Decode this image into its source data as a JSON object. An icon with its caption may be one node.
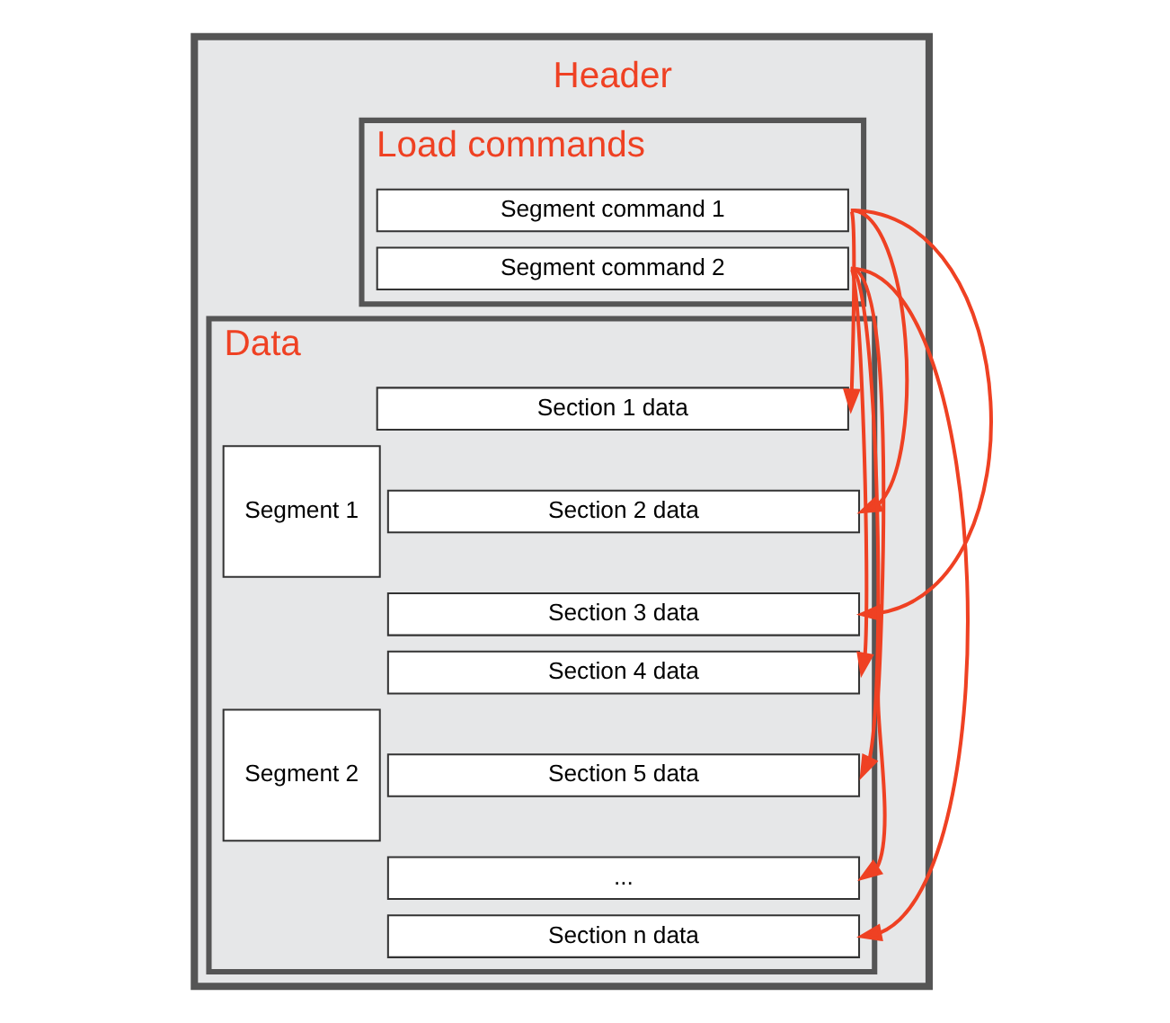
{
  "diagram": {
    "nodes": [
      {
        "text": [],
        "shape": "box"
      },
      {
        "text": [
          "Header"
        ],
        "in": 0
      },
      {
        "text": [
          "Load commands"
        ],
        "in": 0
      },
      {
        "text": [
          "Segment command 1"
        ],
        "in": 2
      },
      {
        "text": [
          "Segment command 2"
        ],
        "in": 2
      },
      {
        "text": [
          "Data"
        ],
        "in": 0
      },
      {
        "text": [
          "Segment 1"
        ],
        "in": 5
      },
      {
        "text": [
          "Section 1 data"
        ],
        "in": 5
      },
      {
        "text": [
          "Section 2 data"
        ],
        "in": 5
      },
      {
        "text": [
          "Section 3 data"
        ],
        "in": 5
      },
      {
        "text": [
          "Segment 2"
        ],
        "in": 5
      },
      {
        "text": [
          "Section 4 data"
        ],
        "in": 5
      },
      {
        "text": [
          "Section 5 data"
        ],
        "in": 5
      },
      {
        "text": [
          "..."
        ],
        "in": 5
      },
      {
        "text": [
          "Section n data"
        ],
        "in": 5
      }
    ],
    "edges": [
      {
        "from": 3,
        "to": 7,
        "arrow": "to"
      },
      {
        "from": 3,
        "to": 8,
        "arrow": "to"
      },
      {
        "from": 3,
        "to": 9,
        "arrow": "to"
      },
      {
        "from": 4,
        "to": 11,
        "arrow": "to"
      },
      {
        "from": 4,
        "to": 12,
        "arrow": "to"
      },
      {
        "from": 4,
        "to": 13,
        "arrow": "to"
      },
      {
        "from": 4,
        "to": 14,
        "arrow": "to"
      }
    ]
  }
}
